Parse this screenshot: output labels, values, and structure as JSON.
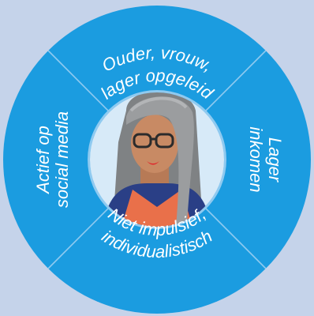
{
  "persona_wheel": {
    "segments": {
      "top": {
        "line1": "Ouder, vrouw,",
        "line2": "lager opgeleid"
      },
      "right": {
        "line1": "Lager",
        "line2": "inkomen"
      },
      "bottom": {
        "line1": "Niet impulsief,",
        "line2": "individualistisch"
      },
      "left": {
        "line1": "Actief op",
        "line2": "social media"
      }
    },
    "colors": {
      "background": "#c5d3ea",
      "ring": "#1b9ce0",
      "divider": "#8fcaf0",
      "text": "#ffffff",
      "hair": "#8a8a8a",
      "skin": "#c88a64",
      "shirt": "#e9704a",
      "collar": "#2a3f86",
      "lips": "#e0242a"
    },
    "avatar": {
      "icon": "woman-avatar-icon"
    }
  }
}
